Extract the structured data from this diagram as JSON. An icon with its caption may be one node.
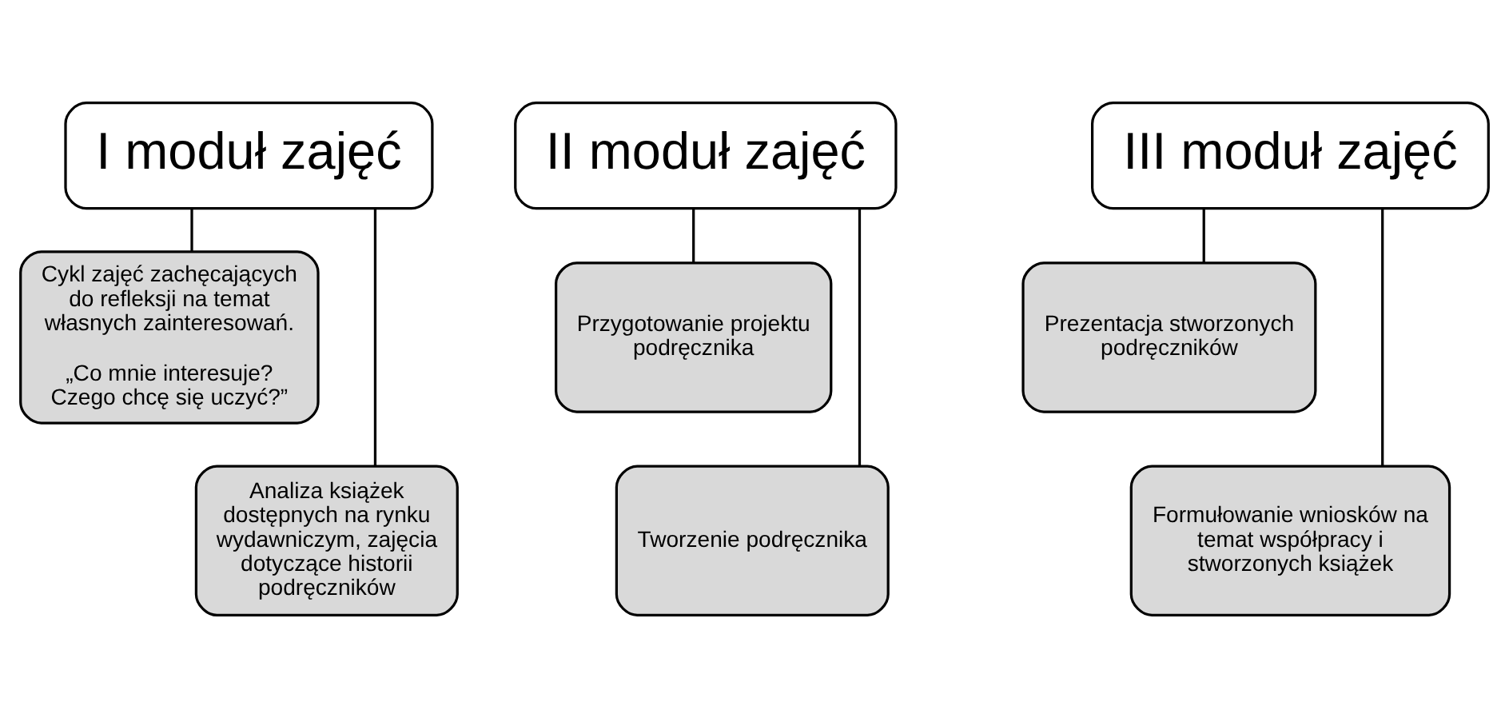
{
  "diagram": {
    "nodes": [
      {
        "text": [
          "I moduł zajęć"
        ]
      },
      {
        "text": [
          "Cykl zajęć zachęcających do refleksji na temat własnych zainteresowań.",
          "„Co mnie interesuje? Czego chcę się uczyć?”"
        ]
      },
      {
        "text": [
          "Analiza książek dostępnych na rynku wydawniczym, zajęcia dotyczące historii podręczników"
        ]
      },
      {
        "text": [
          "II moduł zajęć"
        ]
      },
      {
        "text": [
          "Przygotowanie projektu podręcznika"
        ]
      },
      {
        "text": [
          "Tworzenie podręcznika"
        ]
      },
      {
        "text": [
          "III moduł zajęć"
        ]
      },
      {
        "text": [
          "Prezentacja stworzonych podręczników"
        ]
      },
      {
        "text": [
          "Formułowanie wniosków na temat współpracy i stworzonych książek"
        ]
      }
    ],
    "edges": [
      {
        "from": 0,
        "to": 1,
        "arrow": "none"
      },
      {
        "from": 0,
        "to": 2,
        "arrow": "none"
      },
      {
        "from": 3,
        "to": 4,
        "arrow": "none"
      },
      {
        "from": 3,
        "to": 5,
        "arrow": "none"
      },
      {
        "from": 6,
        "to": 7,
        "arrow": "none"
      },
      {
        "from": 6,
        "to": 8,
        "arrow": "none"
      }
    ]
  }
}
